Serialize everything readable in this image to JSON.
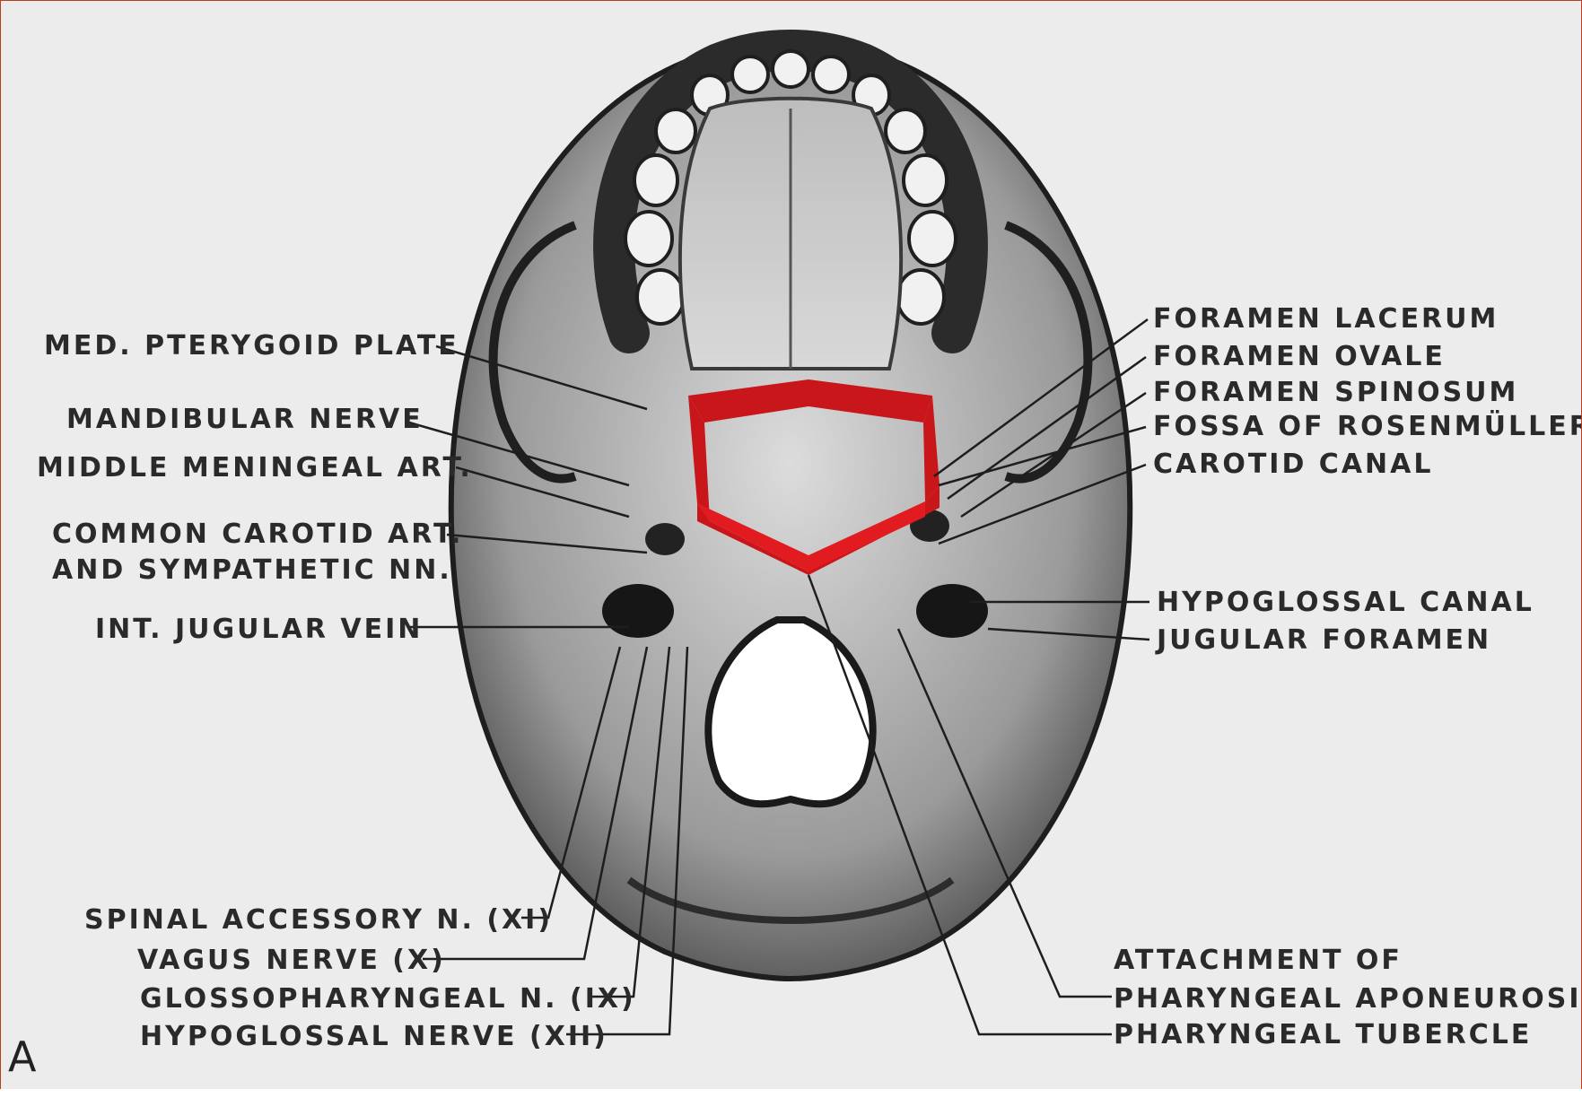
{
  "panel_label": "A",
  "colors": {
    "highlight": "#c8161b",
    "border": "#b8401a",
    "ink": "#2a2a2a",
    "paper": "#ececec"
  },
  "labels_left": [
    {
      "id": "med-pterygoid-plate",
      "text": "MED. PTERYGOID PLATE"
    },
    {
      "id": "mandibular-nerve",
      "text": "MANDIBULAR NERVE"
    },
    {
      "id": "middle-meningeal-art",
      "text": "MIDDLE MENINGEAL ART."
    },
    {
      "id": "common-carotid-art",
      "text": "COMMON CAROTID ART."
    },
    {
      "id": "sympathetic-nn",
      "text": "AND SYMPATHETIC NN."
    },
    {
      "id": "int-jugular-vein",
      "text": "INT. JUGULAR VEIN"
    },
    {
      "id": "spinal-accessory-n",
      "text": "SPINAL ACCESSORY N. (XI)"
    },
    {
      "id": "vagus-nerve",
      "text": "VAGUS NERVE (X)"
    },
    {
      "id": "glossopharyngeal-n",
      "text": "GLOSSOPHARYNGEAL N. (IX)"
    },
    {
      "id": "hypoglossal-nerve",
      "text": "HYPOGLOSSAL NERVE (XII)"
    }
  ],
  "labels_right": [
    {
      "id": "foramen-lacerum",
      "text": "FORAMEN LACERUM"
    },
    {
      "id": "foramen-ovale",
      "text": "FORAMEN OVALE"
    },
    {
      "id": "foramen-spinosum",
      "text": "FORAMEN SPINOSUM"
    },
    {
      "id": "fossa-of-rosenmuller",
      "text": "FOSSA OF ROSENMÜLLER"
    },
    {
      "id": "carotid-canal",
      "text": "CAROTID CANAL"
    },
    {
      "id": "hypoglossal-canal",
      "text": "HYPOGLOSSAL CANAL"
    },
    {
      "id": "jugular-foramen",
      "text": "JUGULAR FORAMEN"
    },
    {
      "id": "attachment-of",
      "text": "ATTACHMENT OF"
    },
    {
      "id": "pharyngeal-aponeurosis",
      "text": "PHARYNGEAL APONEUROSIS"
    },
    {
      "id": "pharyngeal-tubercle",
      "text": "PHARYNGEAL TUBERCLE"
    }
  ]
}
